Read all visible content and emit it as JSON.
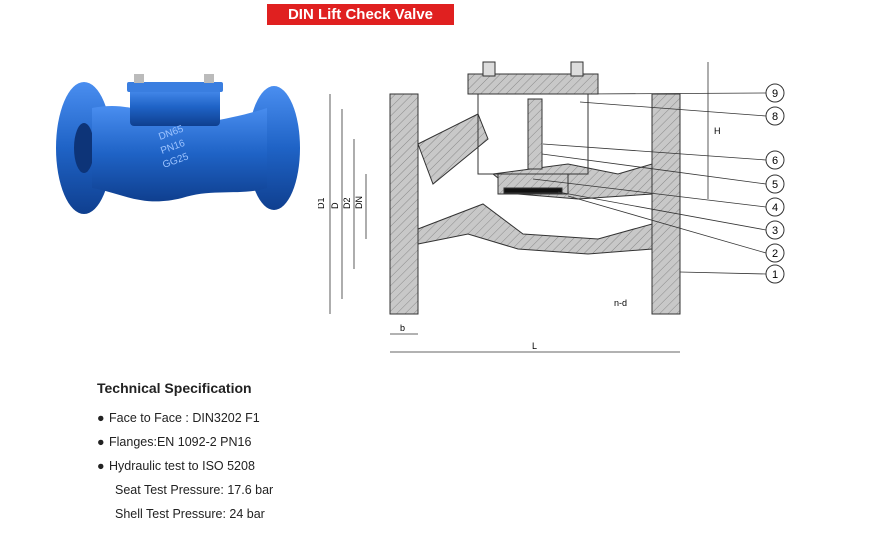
{
  "header": {
    "title": "DIN Lift Check Valve"
  },
  "photo": {
    "body_marks": [
      "DN65",
      "PN16",
      "GG25"
    ]
  },
  "drawing": {
    "dims": {
      "d1": "D1",
      "d": "D",
      "d2": "D2",
      "dn": "DN",
      "h": "H",
      "b": "b",
      "l": "L",
      "nd": "n-d"
    },
    "callouts": [
      "9",
      "8",
      "6",
      "5",
      "4",
      "3",
      "2",
      "1"
    ]
  },
  "spec": {
    "title": "Technical Specification",
    "items": [
      "Face to Face : DIN3202 F1",
      "Flanges:EN 1092-2 PN16",
      "Hydraulic test to ISO 5208"
    ],
    "sub_items": [
      "Seat Test Pressure: 17.6 bar",
      "Shell Test Pressure: 24 bar"
    ]
  },
  "colors": {
    "badge": "#e02020",
    "valve_blue": "#1f63c6",
    "hatch": "#8a8a8a"
  }
}
